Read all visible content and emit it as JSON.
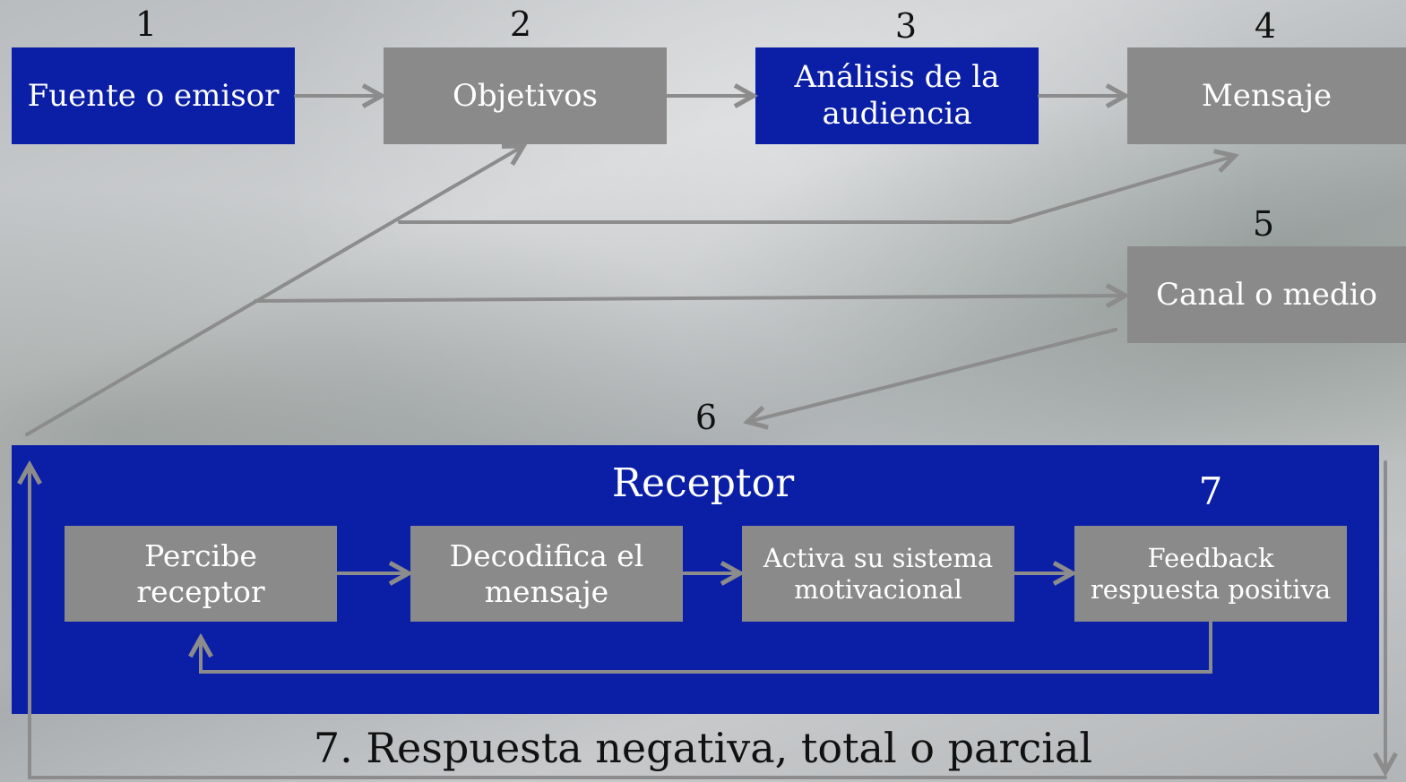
{
  "steps": {
    "n1": "1",
    "n2": "2",
    "n3": "3",
    "n4": "4",
    "n5": "5",
    "n6": "6",
    "n7": "7",
    "fuente": "Fuente o emisor",
    "objetivos": "Objetivos",
    "analisis_line1": "Análisis de la",
    "analisis_line2": "audiencia",
    "mensaje": "Mensaje",
    "canal": "Canal o medio"
  },
  "receptor": {
    "title": "Receptor",
    "percibe_line1": "Percibe",
    "percibe_line2": "receptor",
    "decodifica_line1": "Decodifica el",
    "decodifica_line2": "mensaje",
    "activa_line1": "Activa su sistema",
    "activa_line2": "motivacional",
    "feedback_line1": "Feedback",
    "feedback_line2": "respuesta positiva"
  },
  "negative_response": "7. Respuesta negativa, total o parcial",
  "colors": {
    "blue": "#0a1fa6",
    "gray": "#8a8a8a",
    "arrow": "#8c8c8c"
  }
}
